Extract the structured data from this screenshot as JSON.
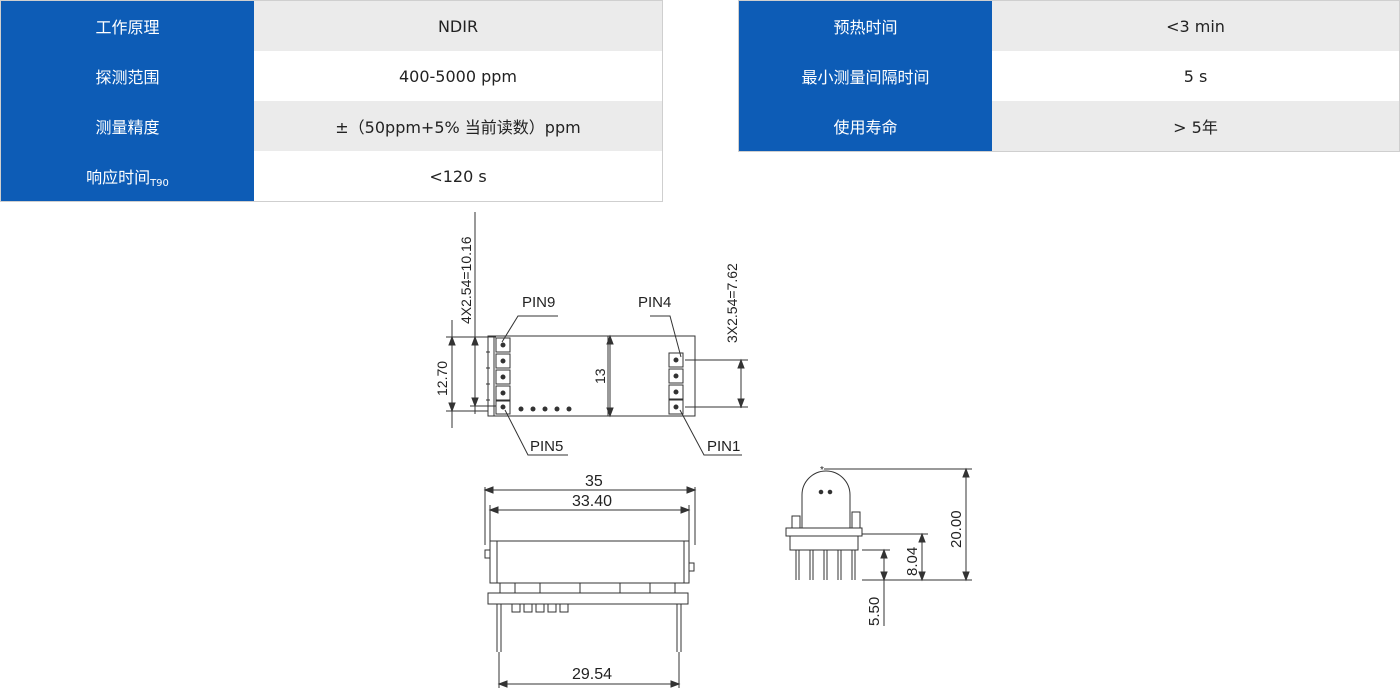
{
  "spec_left": [
    {
      "label": "工作原理",
      "value": "NDIR"
    },
    {
      "label": "探测范围",
      "value": "400-5000 ppm"
    },
    {
      "label": "测量精度",
      "value": "±（50ppm+5% 当前读数）ppm"
    },
    {
      "label": "响应时间",
      "label_sub": "T90",
      "value": "<120 s"
    }
  ],
  "spec_right": [
    {
      "label": "预热时间",
      "value": "<3 min"
    },
    {
      "label": "最小测量间隔时间",
      "value": "5 s"
    },
    {
      "label": "使用寿命",
      "value": "> 5年"
    }
  ],
  "drawing": {
    "pin_labels": {
      "pin9": "PIN9",
      "pin4": "PIN4",
      "pin5": "PIN5",
      "pin1": "PIN1"
    },
    "dimensions": {
      "left_pitch": "4X2.54=10.16",
      "right_pitch": "3X2.54=7.62",
      "height_left": "12.70",
      "height_mid": "13",
      "width_overall": "35",
      "width_body": "33.40",
      "pin_span": "29.54",
      "side_height": "20.00",
      "side_pin_height": "8.04",
      "side_pin_len": "5.50"
    }
  },
  "colors": {
    "label_bg": "#0d5cb6",
    "row_alt": "#ebebeb",
    "border": "#cfcfcf"
  }
}
